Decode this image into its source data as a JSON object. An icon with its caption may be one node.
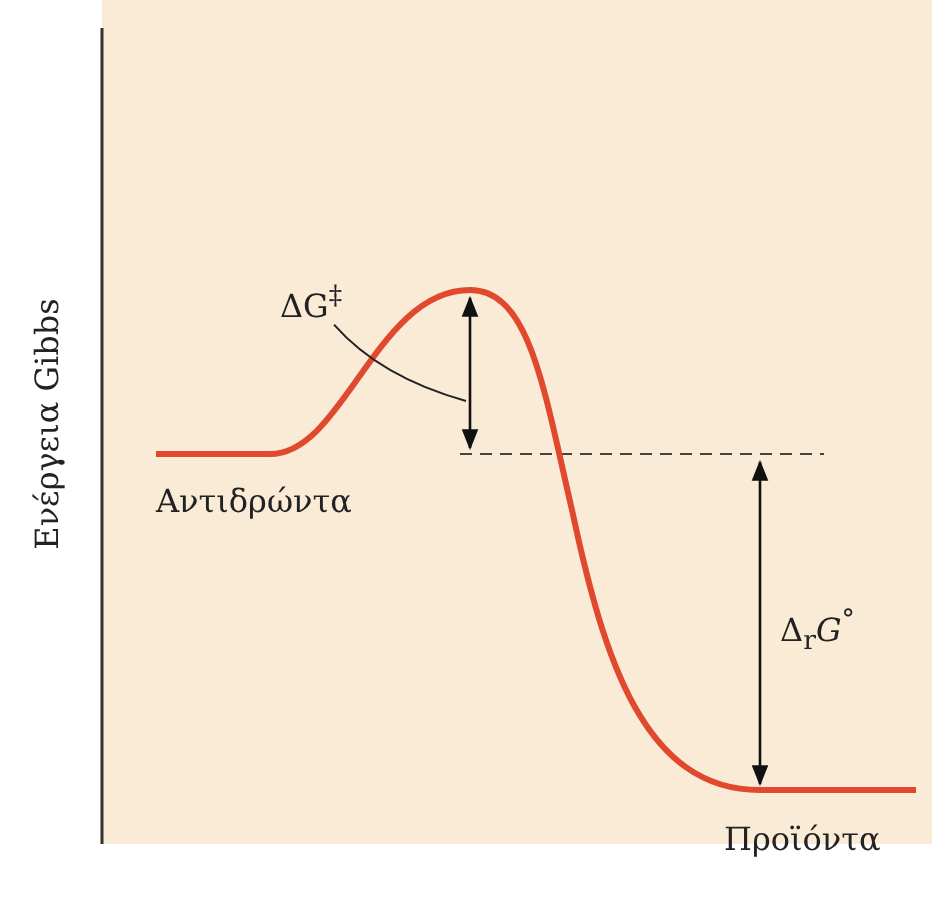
{
  "diagram": {
    "nodes": [
      {
        "text": [
          "ΔG$^{‡}$"
        ]
      },
      {
        "text": [],
        "shape": "arrow"
      }
    ],
    "edges": [
      {
        "from": 0,
        "to": 1,
        "arrow": "none"
      }
    ],
    "labels": [
      "Ενέργεια Gibbs",
      "Αντιδρώντα",
      "Δ$_{r}$*G*$^{°}$",
      "Προϊόντα"
    ]
  }
}
